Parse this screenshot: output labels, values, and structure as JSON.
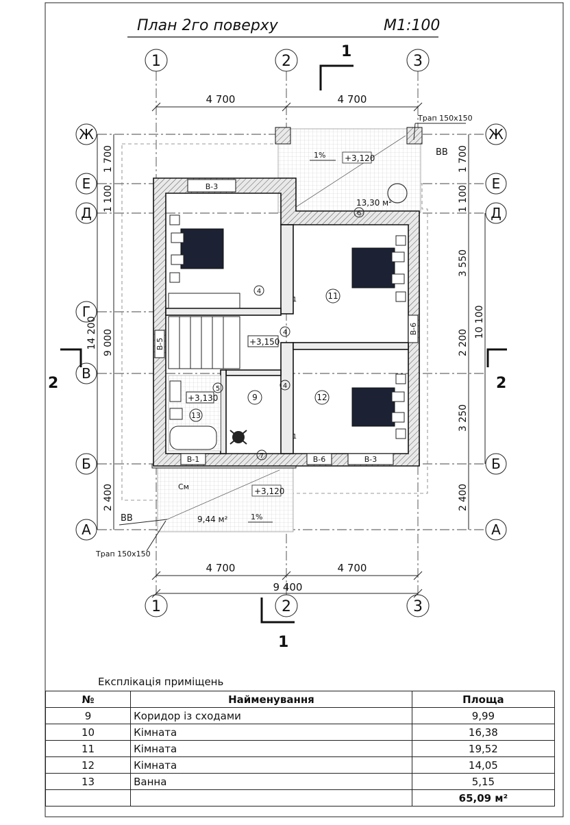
{
  "title": "План 2го поверху",
  "scale": "М1:100",
  "axes_numeric": [
    "1",
    "2",
    "3"
  ],
  "axes_letters": [
    "Ж",
    "Е",
    "Д",
    "Г",
    "В",
    "Б",
    "А"
  ],
  "section_labels": {
    "s1": "1",
    "s2": "2"
  },
  "dims": {
    "top_left": "4 700",
    "top_right": "4 700",
    "bottom_left": "4 700",
    "bottom_right": "4 700",
    "total": "9 400",
    "left_zh_e": "1 700",
    "left_e_d": "1 100",
    "left_inner": "9 000",
    "left_total": "14 200",
    "left_b_a": "2 400",
    "right_zh_e": "1 700",
    "right_e_d": "1 100",
    "right_d_g": "3 550",
    "right_g_v": "2 200",
    "right_v_b": "3 250",
    "right_b_a": "2 400",
    "right_total": "10 100"
  },
  "notes": {
    "trap_top": "Трап 150х150",
    "trap_bottom": "Трап 150х150",
    "vv": "ВВ",
    "level_terrace": "+3,120",
    "level_stairs": "+3,150",
    "level_bath": "+3,130",
    "level_balcony": "+3,120",
    "area_terrace": "13,30 м²",
    "area_balcony": "9,44 м²",
    "slope": "1%",
    "sm": "См",
    "windows": [
      "В-3",
      "В-5",
      "В-6",
      "В-1",
      "В-6",
      "В-3"
    ]
  },
  "rooms": {
    "r9": "9",
    "r11": "11",
    "r12": "12",
    "r13": "13"
  },
  "doors": {
    "d4": "4",
    "d5": "5",
    "d6": "6",
    "d7": "7",
    "d1": "1"
  },
  "table": {
    "caption": "Експлікація приміщень",
    "headers": [
      "№",
      "Найменування",
      "Площа"
    ],
    "rows": [
      {
        "num": "9",
        "name": "Коридор із сходами",
        "area": "9,99"
      },
      {
        "num": "10",
        "name": "Кімната",
        "area": "16,38"
      },
      {
        "num": "11",
        "name": "Кімната",
        "area": "19,52"
      },
      {
        "num": "12",
        "name": "Кімната",
        "area": "14,05"
      },
      {
        "num": "13",
        "name": "Ванна",
        "area": "5,15"
      }
    ],
    "total": "65,09 м²"
  }
}
